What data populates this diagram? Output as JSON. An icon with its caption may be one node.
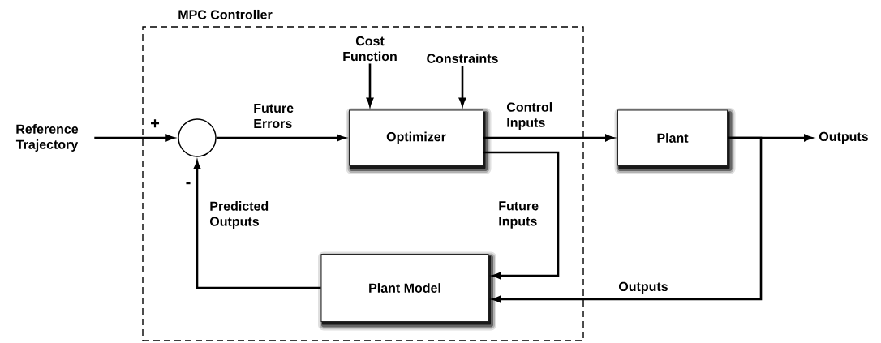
{
  "diagram": {
    "nodes": [
      {
        "text": [
          "MPC Controller"
        ]
      },
      {
        "text": [
          "Reference Trajectory"
        ]
      },
      {
        "text": [],
        "shape": "circle",
        "in": 0
      },
      {
        "text": [
          "Cost Function"
        ],
        "in": 0
      },
      {
        "text": [
          "Constraints"
        ],
        "in": 0
      },
      {
        "text": [
          "Optimizer"
        ],
        "in": 0
      },
      {
        "text": [
          "Plant Model"
        ],
        "in": 0
      },
      {
        "text": [
          "Plant"
        ]
      },
      {
        "text": [
          "Outputs"
        ]
      }
    ],
    "edges": [
      {
        "from": 1,
        "to": 2,
        "arrow": "to"
      },
      {
        "from": 2,
        "to": 5,
        "arrow": "to",
        "label": "Future Errors"
      },
      {
        "from": 3,
        "to": 5,
        "arrow": "to"
      },
      {
        "from": 4,
        "to": 5,
        "arrow": "to"
      },
      {
        "from": 5,
        "to": 7,
        "arrow": "to",
        "label": "Control Inputs"
      },
      {
        "from": 5,
        "to": 6,
        "arrow": "to",
        "label": "Future Inputs"
      },
      {
        "from": 6,
        "to": 2,
        "arrow": "to",
        "label": "Predicted Outputs"
      },
      {
        "from": 7,
        "to": 8,
        "arrow": "to"
      },
      {
        "from": 7,
        "to": 6,
        "arrow": "to",
        "label": "Outputs"
      }
    ],
    "labels": [
      "+",
      "-"
    ]
  }
}
